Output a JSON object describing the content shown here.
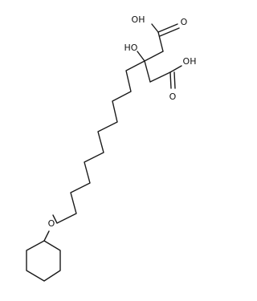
{
  "molecule": {
    "atoms": {
      "acid1_oh": "OH",
      "acid1_o": "O",
      "hydroxyl": "HO",
      "acid2_oh": "OH",
      "acid2_o": "O",
      "ether_o": "O"
    },
    "colors": {
      "bond": "#1a1a1a",
      "text": "#111111",
      "background": "#ffffff"
    }
  }
}
